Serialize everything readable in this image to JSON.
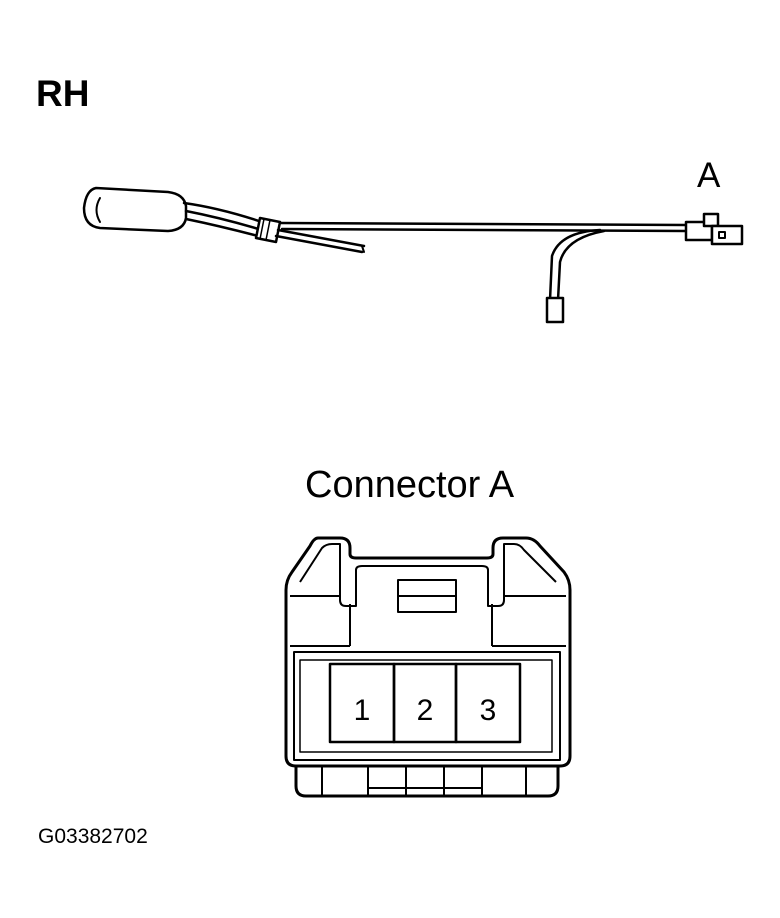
{
  "diagram": {
    "side_label": "RH",
    "connector_ref": "A",
    "connector_title": "Connector A",
    "pins": [
      "1",
      "2",
      "3"
    ],
    "figure_code": "G03382702"
  }
}
